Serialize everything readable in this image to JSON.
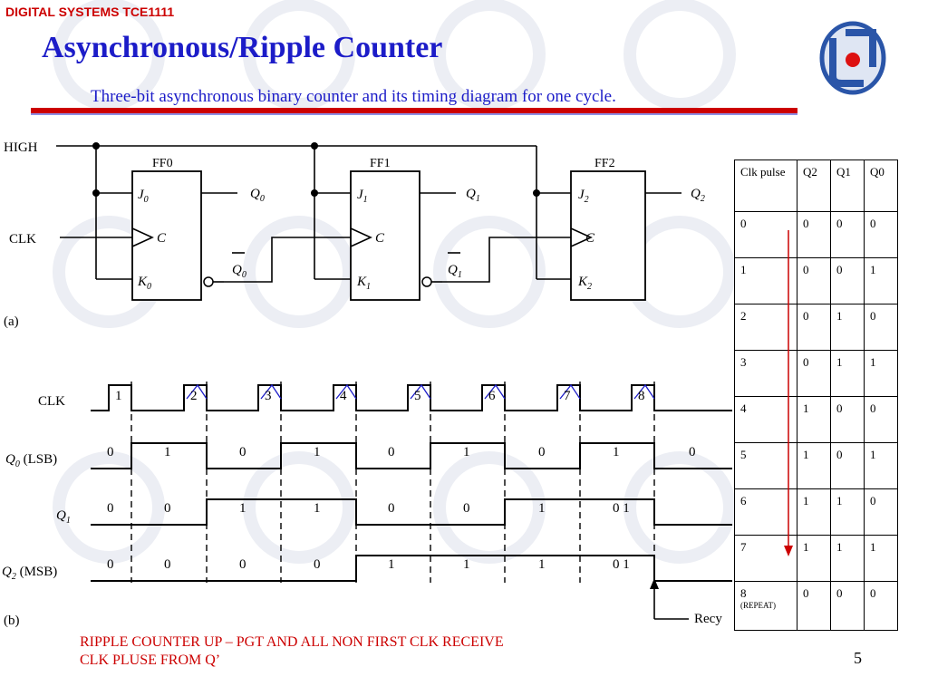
{
  "course": "DIGITAL SYSTEMS TCE1111",
  "title": "Asynchronous/Ripple Counter",
  "subtitle": "Three-bit asynchronous binary counter and its timing diagram for one cycle.",
  "note_lines": [
    "RIPPLE COUNTER UP – PGT AND ALL NON FIRST CLK RECEIVE",
    "CLK PLUSE  FROM Q’"
  ],
  "page_number": "5",
  "colors": {
    "title": "#1c1cc8",
    "course": "#cc0000",
    "rule": "#cc0000",
    "arrow": "#cc0000",
    "logo": "#2a55a8"
  },
  "logo_icon": "university-logo-icon",
  "circuit": {
    "high_label": "HIGH",
    "clk_label": "CLK",
    "part_label": "(a)",
    "flipflops": [
      {
        "name": "FF0",
        "j": "J0",
        "k": "K0",
        "c": "C",
        "q": "Q0",
        "qbar": "Q0"
      },
      {
        "name": "FF1",
        "j": "J1",
        "k": "K1",
        "c": "C",
        "q": "Q1",
        "qbar": "Q1"
      },
      {
        "name": "FF2",
        "j": "J2",
        "k": "K2",
        "c": "C",
        "q": "Q2"
      }
    ]
  },
  "timing": {
    "part_label": "(b)",
    "signals": [
      "CLK",
      "Q0 (LSB)",
      "Q1",
      "Q2 (MSB)"
    ],
    "clk_pulses": [
      "1",
      "2",
      "3",
      "4",
      "5",
      "6",
      "7",
      "8"
    ],
    "q0_values": [
      "0",
      "1",
      "0",
      "1",
      "0",
      "1",
      "0",
      "1",
      "0"
    ],
    "q1_values": [
      "0",
      "0",
      "1",
      "1",
      "0",
      "0",
      "1",
      "0 1"
    ],
    "q2_values": [
      "0",
      "0",
      "0",
      "0",
      "1",
      "1",
      "1",
      "0 1"
    ],
    "recycle_label": "Recy"
  },
  "state_table": {
    "headers": [
      "Clk pulse",
      "Q2",
      "Q1",
      "Q0"
    ],
    "rows": [
      [
        "0",
        "0",
        "0",
        "0"
      ],
      [
        "1",
        "0",
        "0",
        "1"
      ],
      [
        "2",
        "0",
        "1",
        "0"
      ],
      [
        "3",
        "0",
        "1",
        "1"
      ],
      [
        "4",
        "1",
        "0",
        "0"
      ],
      [
        "5",
        "1",
        "0",
        "1"
      ],
      [
        "6",
        "1",
        "1",
        "0"
      ],
      [
        "7",
        "1",
        "1",
        "1"
      ]
    ],
    "last_row": {
      "clk": "8",
      "note": "(REPEAT)",
      "q2": "0",
      "q1": "0",
      "q0": "0"
    }
  }
}
